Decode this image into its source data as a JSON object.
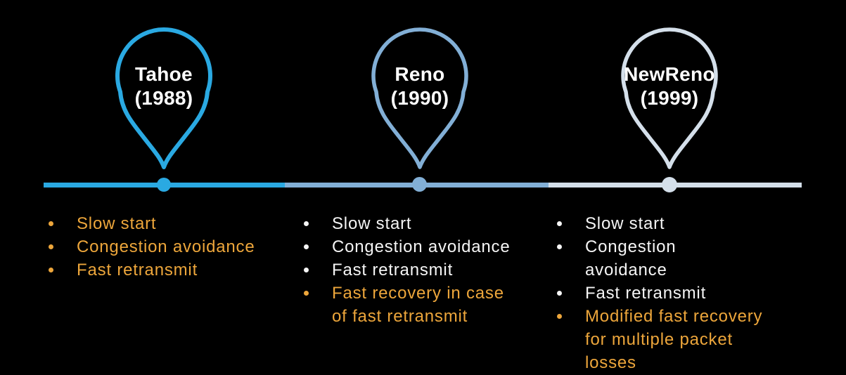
{
  "colors": {
    "background": "#000000",
    "highlight-orange": "#EDA63B",
    "text-white": "#F5F5F5",
    "tahoe-blue": "#2AA9E2",
    "reno-blue": "#82AFD6",
    "newreno-blue": "#D4DFEA"
  },
  "milestones": [
    {
      "name": "Tahoe",
      "year": "(1988)",
      "features": [
        {
          "text": "Slow start",
          "highlight": true
        },
        {
          "text": "Congestion avoidance",
          "highlight": true
        },
        {
          "text": "Fast retransmit",
          "highlight": true
        }
      ]
    },
    {
      "name": "Reno",
      "year": "(1990)",
      "features": [
        {
          "text": "Slow start",
          "highlight": false
        },
        {
          "text": "Congestion avoidance",
          "highlight": false
        },
        {
          "text": "Fast retransmit",
          "highlight": false
        },
        {
          "text": "Fast recovery in case of fast retransmit",
          "highlight": true
        }
      ]
    },
    {
      "name": "NewReno",
      "year": "(1999)",
      "features": [
        {
          "text": "Slow start",
          "highlight": false
        },
        {
          "text": "Congestion avoidance",
          "highlight": false
        },
        {
          "text": "Fast retransmit",
          "highlight": false
        },
        {
          "text": "Modified fast recovery for multiple packet losses",
          "highlight": true
        }
      ]
    }
  ]
}
